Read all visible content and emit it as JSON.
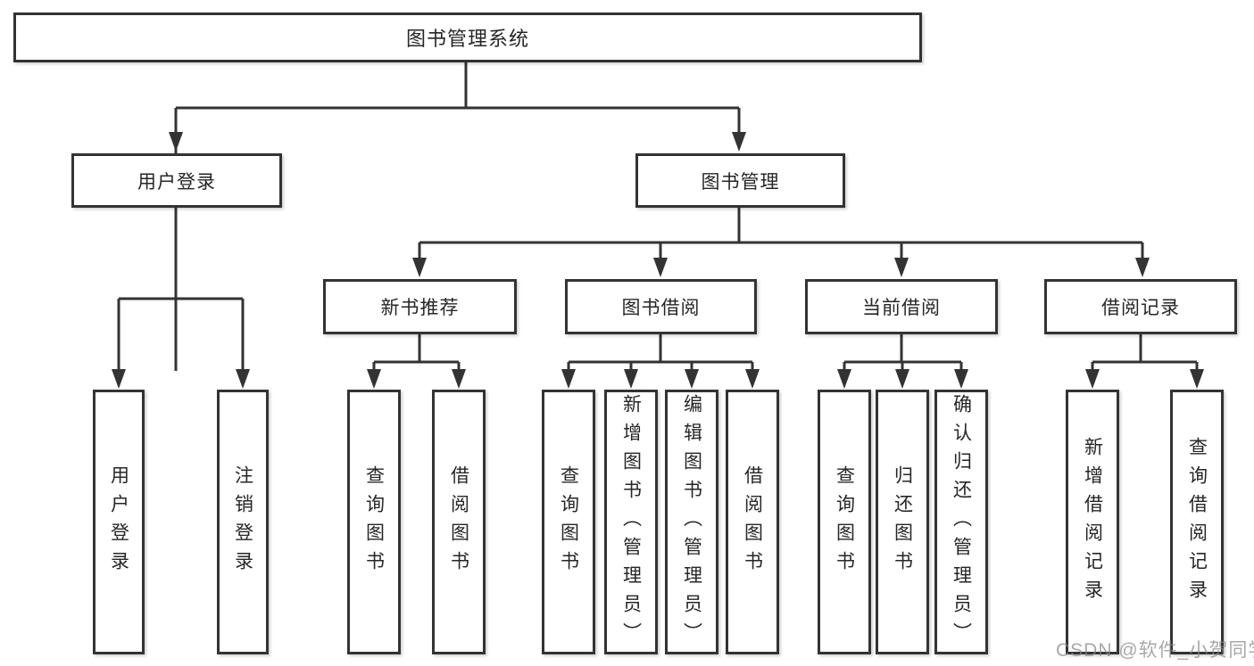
{
  "diagram": {
    "type": "tree-structure-chart",
    "tree": {
      "root": {
        "label": "图书管理系统"
      },
      "branches": [
        {
          "label": "用户登录",
          "children": [
            "用户登录",
            "注销登录"
          ]
        },
        {
          "label": "图书管理",
          "children": [
            {
              "label": "新书推荐",
              "children": [
                "查询图书",
                "借阅图书"
              ]
            },
            {
              "label": "图书借阅",
              "children": [
                "查询图书",
                "新增图书（管理员）",
                "编辑图书（管理员）",
                "借阅图书"
              ]
            },
            {
              "label": "当前借阅",
              "children": [
                "查询图书",
                "归还图书",
                "确认归还（管理员）"
              ]
            },
            {
              "label": "借阅记录",
              "children": [
                "新增借阅记录",
                "查询借阅记录"
              ]
            }
          ]
        }
      ]
    },
    "watermark": "CSDN @软件_小贺同学",
    "colors": {
      "line": "#333333",
      "box_border": "#333333",
      "box_fill": "#ffffff",
      "text": "#262626",
      "background": "#ffffff",
      "watermark": "#878787"
    }
  }
}
